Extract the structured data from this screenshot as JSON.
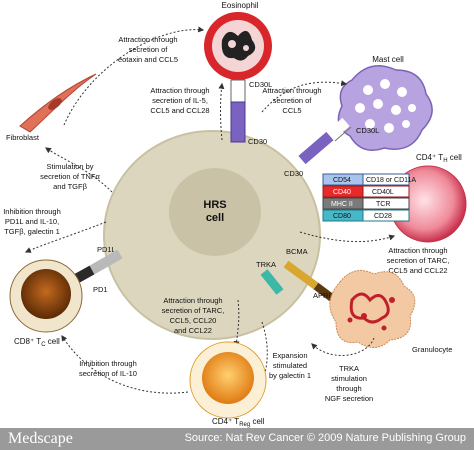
{
  "labels": {
    "eosinophil": "Eosinophil",
    "eos_arrow_1": "Attraction through",
    "eos_arrow_2": "secretion of",
    "eos_arrow_3": "eotaxin and CCL5",
    "cd30l_top": "CD30L",
    "il5_1": "Attraction through",
    "il5_2": "secretion of IL-5,",
    "il5_3": "CCL5 and CCL28",
    "cd30_top": "CD30",
    "mast_cell": "Mast cell",
    "mast_1": "Attraction through",
    "mast_2": "secretion of",
    "mast_3": "CCL5",
    "cd30l_right": "CD30L",
    "cd30_right": "CD30",
    "fibroblast": "Fibroblast",
    "fib_1": "Stimulation by",
    "fib_2": "secretion of TNFα",
    "fib_3": "and TGFβ",
    "hrs_1": "HRS",
    "hrs_2": "cell",
    "th_cell": "CD4⁺ T",
    "th_sub": "H",
    "th_cell_2": " cell",
    "cd54": "CD54",
    "cd18": "CD18 or CD11A",
    "cd40": "CD40",
    "cd40l": "CD40L",
    "mhc": "MHC II",
    "tcr": "TCR",
    "cd80": "CD80",
    "cd28": "CD28",
    "tarc_r_1": "Attraction through",
    "tarc_r_2": "secretion of TARC,",
    "tarc_r_3": "CCL5 and CCL22",
    "inhib_1": "Inhibition through",
    "inhib_2": "PD1L and IL-10,",
    "inhib_3": "TGFβ, galectin 1",
    "pd1l": "PD1L",
    "pd1": "PD1",
    "tc_cell": "CD8⁺ T",
    "tc_sub": "C",
    "tc_cell_2": " cell",
    "bcma": "BCMA",
    "trka": "TRKA",
    "april": "APRIL",
    "granulocyte": "Granulocyte",
    "trka_b_1": "TRKA",
    "trka_b_2": "stimulation",
    "trka_b_3": "through",
    "trka_b_4": "NGF secretion",
    "tarc_b_1": "Attraction through",
    "tarc_b_2": "secretion of TARC,",
    "tarc_b_3": "CCL5, CCL20",
    "tarc_b_4": "and CCL22",
    "exp_1": "Expansion",
    "exp_2": "stimulated",
    "exp_3": "by galectin 1",
    "il10_1": "Inhibition through",
    "il10_2": "secretion of IL-10",
    "treg_cell": "CD4⁺ T",
    "treg_sub": "Reg",
    "treg_cell_2": " cell"
  },
  "footer": {
    "brand": "Medscape",
    "source": "Source: Nat Rev Cancer © 2009 Nature Publishing Group"
  },
  "colors": {
    "hrs_outer": "#dcd6bf",
    "hrs_inner": "#c9c2a6",
    "eos_red": "#d8262b",
    "mast_purple": "#b7a3e0",
    "th_pink": "#e0556c",
    "tc_brown": "#8a4a14",
    "treg_orange": "#f2a43a",
    "fibroblast": "#e07058"
  }
}
